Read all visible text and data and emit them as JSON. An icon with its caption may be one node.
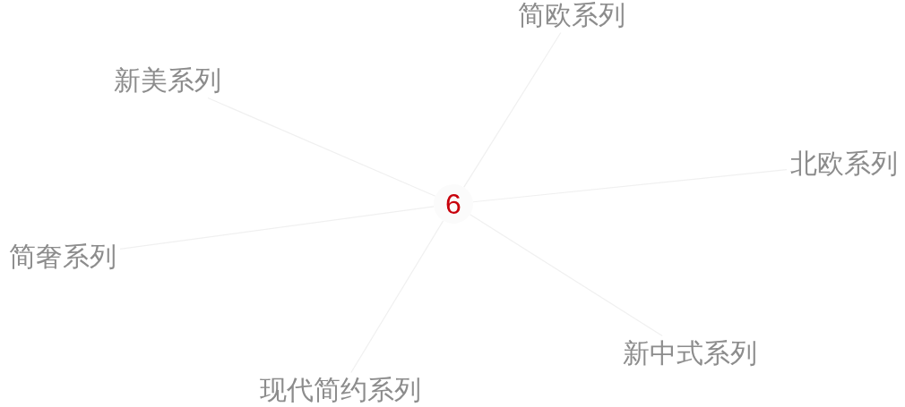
{
  "diagram": {
    "nodes": [
      {
        "text": [
          "简欧系列"
        ]
      },
      {
        "text": [
          "新美系列"
        ]
      },
      {
        "text": [
          "北欧系列"
        ]
      },
      {
        "text": [
          "6"
        ]
      },
      {
        "text": [
          "简奢系列"
        ]
      },
      {
        "text": [
          "新中式系列"
        ]
      },
      {
        "text": [
          "现代简约系列"
        ]
      }
    ],
    "edges": [
      {
        "from": 3,
        "to": 0,
        "arrow": "none"
      },
      {
        "from": 3,
        "to": 1,
        "arrow": "none"
      },
      {
        "from": 3,
        "to": 2,
        "arrow": "none"
      },
      {
        "from": 3,
        "to": 4,
        "arrow": "none"
      },
      {
        "from": 3,
        "to": 5,
        "arrow": "none"
      },
      {
        "from": 3,
        "to": 6,
        "arrow": "none"
      }
    ]
  }
}
